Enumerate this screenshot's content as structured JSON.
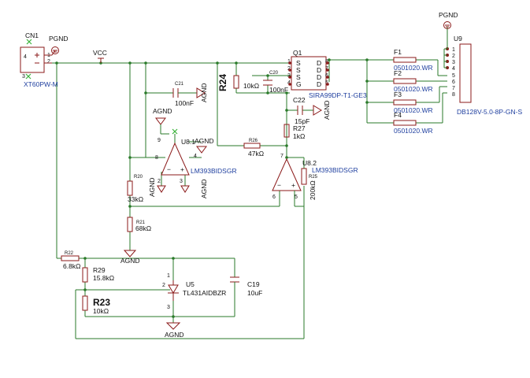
{
  "connector_cn1": {
    "ref": "CN1",
    "part": "XT60PW-M",
    "pins": [
      "1",
      "2",
      "3",
      "4"
    ]
  },
  "gnd_labels": {
    "pgnd": "PGND",
    "agnd": "AGND"
  },
  "net_vcc": "VCC",
  "resistors": {
    "r24": {
      "ref": "R24",
      "value": "10kΩ"
    },
    "r20": {
      "ref": "R20",
      "value": "33kΩ"
    },
    "r21": {
      "ref": "R21",
      "value": "68kΩ"
    },
    "r22": {
      "ref": "R22",
      "value": "6.8kΩ"
    },
    "r29": {
      "ref": "R29",
      "value": "15.8kΩ"
    },
    "r23": {
      "ref": "R23",
      "value": "10kΩ"
    },
    "r26": {
      "ref": "R26",
      "value": "47kΩ"
    },
    "r27": {
      "ref": "R27",
      "value": "1kΩ"
    },
    "r25": {
      "ref": "R25",
      "value": "200kΩ"
    }
  },
  "capacitors": {
    "c21": {
      "ref": "C21",
      "value": "100nF"
    },
    "c20": {
      "ref": "C20",
      "value": "100nF"
    },
    "c22": {
      "ref": "C22",
      "value": "15pF"
    },
    "c19": {
      "ref": "C19",
      "value": "10uF"
    }
  },
  "mosfet_q1": {
    "ref": "Q1",
    "part": "SIRA99DP-T1-GE3",
    "left_pins": [
      "S",
      "S",
      "S",
      "G"
    ],
    "right_pins": [
      "D",
      "D",
      "D",
      "D"
    ],
    "left_nums": [
      "1",
      "2",
      "3",
      "4"
    ],
    "right_nums": [
      "8",
      "7",
      "6",
      "5"
    ]
  },
  "comparators": {
    "u81": {
      "ref": "U8.1",
      "part": "LM393BIDSGR",
      "pins": [
        "9",
        "8",
        "2",
        "3",
        "4"
      ]
    },
    "u82": {
      "ref": "U8.2",
      "part": "LM393BIDSGR",
      "pins": [
        "7",
        "6",
        "5"
      ]
    }
  },
  "regulator_u5": {
    "ref": "U5",
    "part": "TL431AIDBZR",
    "pins": [
      "1",
      "2",
      "3"
    ]
  },
  "fuses": [
    {
      "ref": "F1",
      "part": "0501020.WR"
    },
    {
      "ref": "F2",
      "part": "0501020.WR"
    },
    {
      "ref": "F3",
      "part": "0501020.WR"
    },
    {
      "ref": "F4",
      "part": "0501020.WR"
    }
  ],
  "connector_u9": {
    "ref": "U9",
    "part": "DB128V-5.0-8P-GN-S",
    "pins": [
      "1",
      "2",
      "3",
      "4",
      "5",
      "6",
      "7",
      "8"
    ]
  }
}
